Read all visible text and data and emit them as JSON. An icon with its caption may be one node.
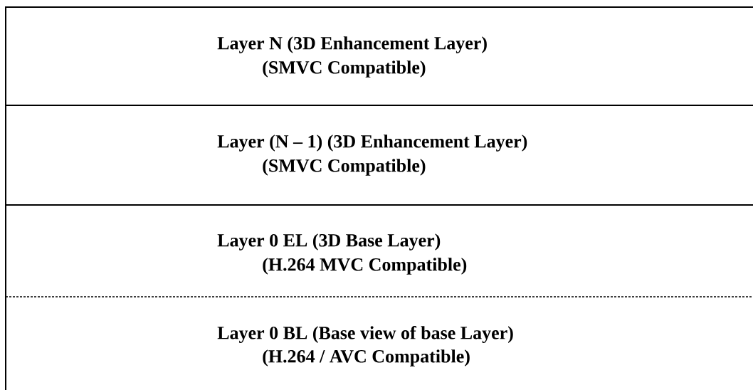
{
  "diagram": {
    "nodes": [
      {
        "text": [
          "Layer N (3D Enhancement Layer)",
          "(SMVC Compatible)"
        ]
      },
      {
        "text": [
          "Layer (N – 1) (3D Enhancement Layer)",
          "(SMVC Compatible)"
        ]
      },
      {
        "text": [
          "Layer 0 EL (3D Base Layer)",
          "(H.264 MVC Compatible)"
        ]
      },
      {
        "text": [
          "Layer 0 BL (Base view of base Layer)",
          "(H.264 / AVC Compatible)"
        ]
      }
    ]
  }
}
